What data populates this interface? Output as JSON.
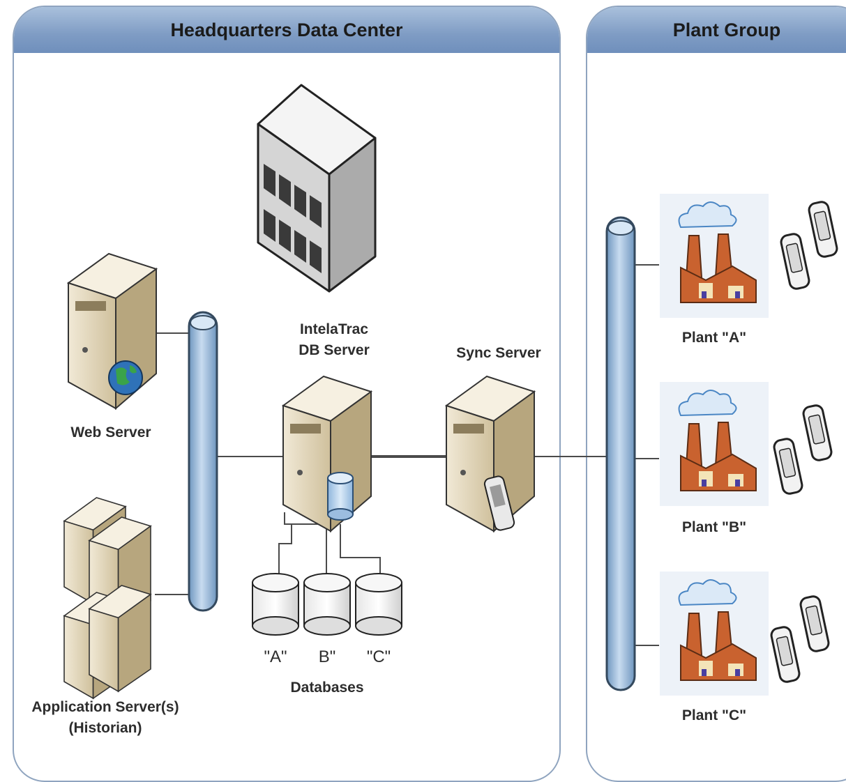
{
  "hq": {
    "title": "Headquarters Data Center"
  },
  "plant_group": {
    "title": "Plant Group"
  },
  "servers": {
    "db_server_line1": "IntelaTrac",
    "db_server_line2": "DB Server",
    "sync_server": "Sync Server",
    "web_server": "Web Server",
    "app_server_line1": "Application Server(s)",
    "app_server_line2": "(Historian)"
  },
  "databases": {
    "a": "\"A\"",
    "b": "B\"",
    "c": "\"C\"",
    "caption": "Databases"
  },
  "plants": [
    {
      "label": "Plant \"A\""
    },
    {
      "label": "Plant \"B\""
    },
    {
      "label": "Plant \"C\""
    }
  ],
  "colors": {
    "bus": "#a7c3de",
    "panel_header": "#8aa6cc",
    "server_body": "#ddd1b4",
    "factory": "#c9622f"
  },
  "icons": [
    "office-building-icon",
    "server-icon",
    "globe-icon",
    "database-icon",
    "factory-icon",
    "handheld-device-icon"
  ]
}
